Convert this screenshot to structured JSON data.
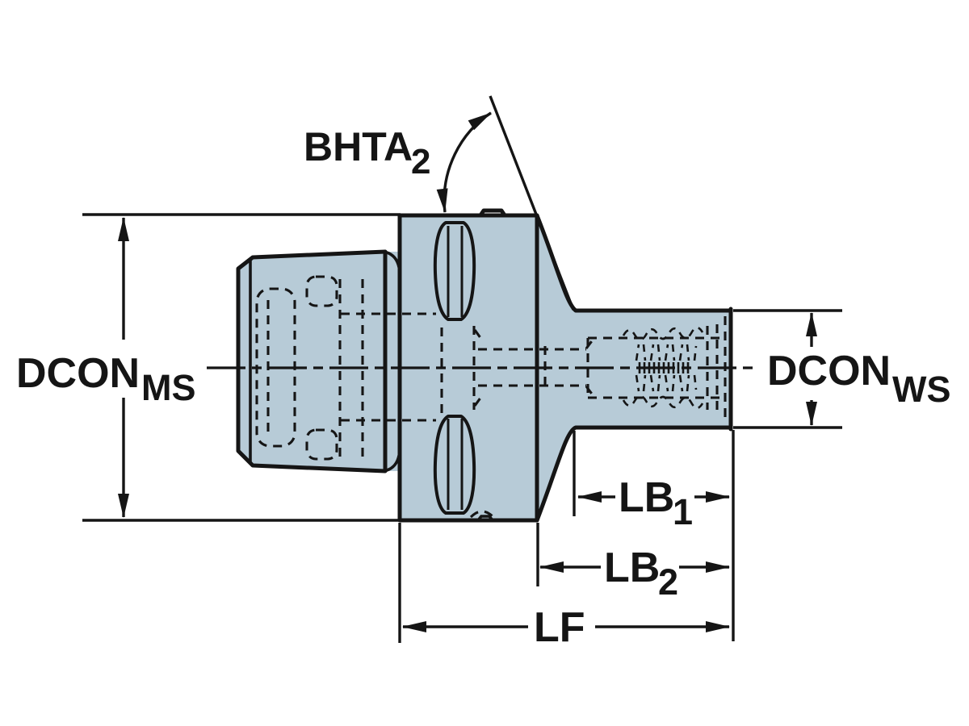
{
  "drawing": {
    "title": "cutting-tool-adapter-dimension-drawing",
    "colors": {
      "body_fill": "#b7cbd7",
      "line": "#151515",
      "background": "#ffffff"
    },
    "labels": {
      "bhta": {
        "text": "BHTA",
        "sub": "2",
        "type": "angle",
        "meaning": "body half taper angle"
      },
      "dcon_ms": {
        "text": "DCON",
        "sub": "MS",
        "type": "diameter",
        "side": "machine side"
      },
      "dcon_ws": {
        "text": "DCON",
        "sub": "WS",
        "type": "diameter",
        "side": "workpiece side"
      },
      "lb1": {
        "text": "LB",
        "sub": "1",
        "type": "length"
      },
      "lb2": {
        "text": "LB",
        "sub": "2",
        "type": "length"
      },
      "lf": {
        "text": "LF",
        "sub": "",
        "type": "length"
      }
    }
  }
}
